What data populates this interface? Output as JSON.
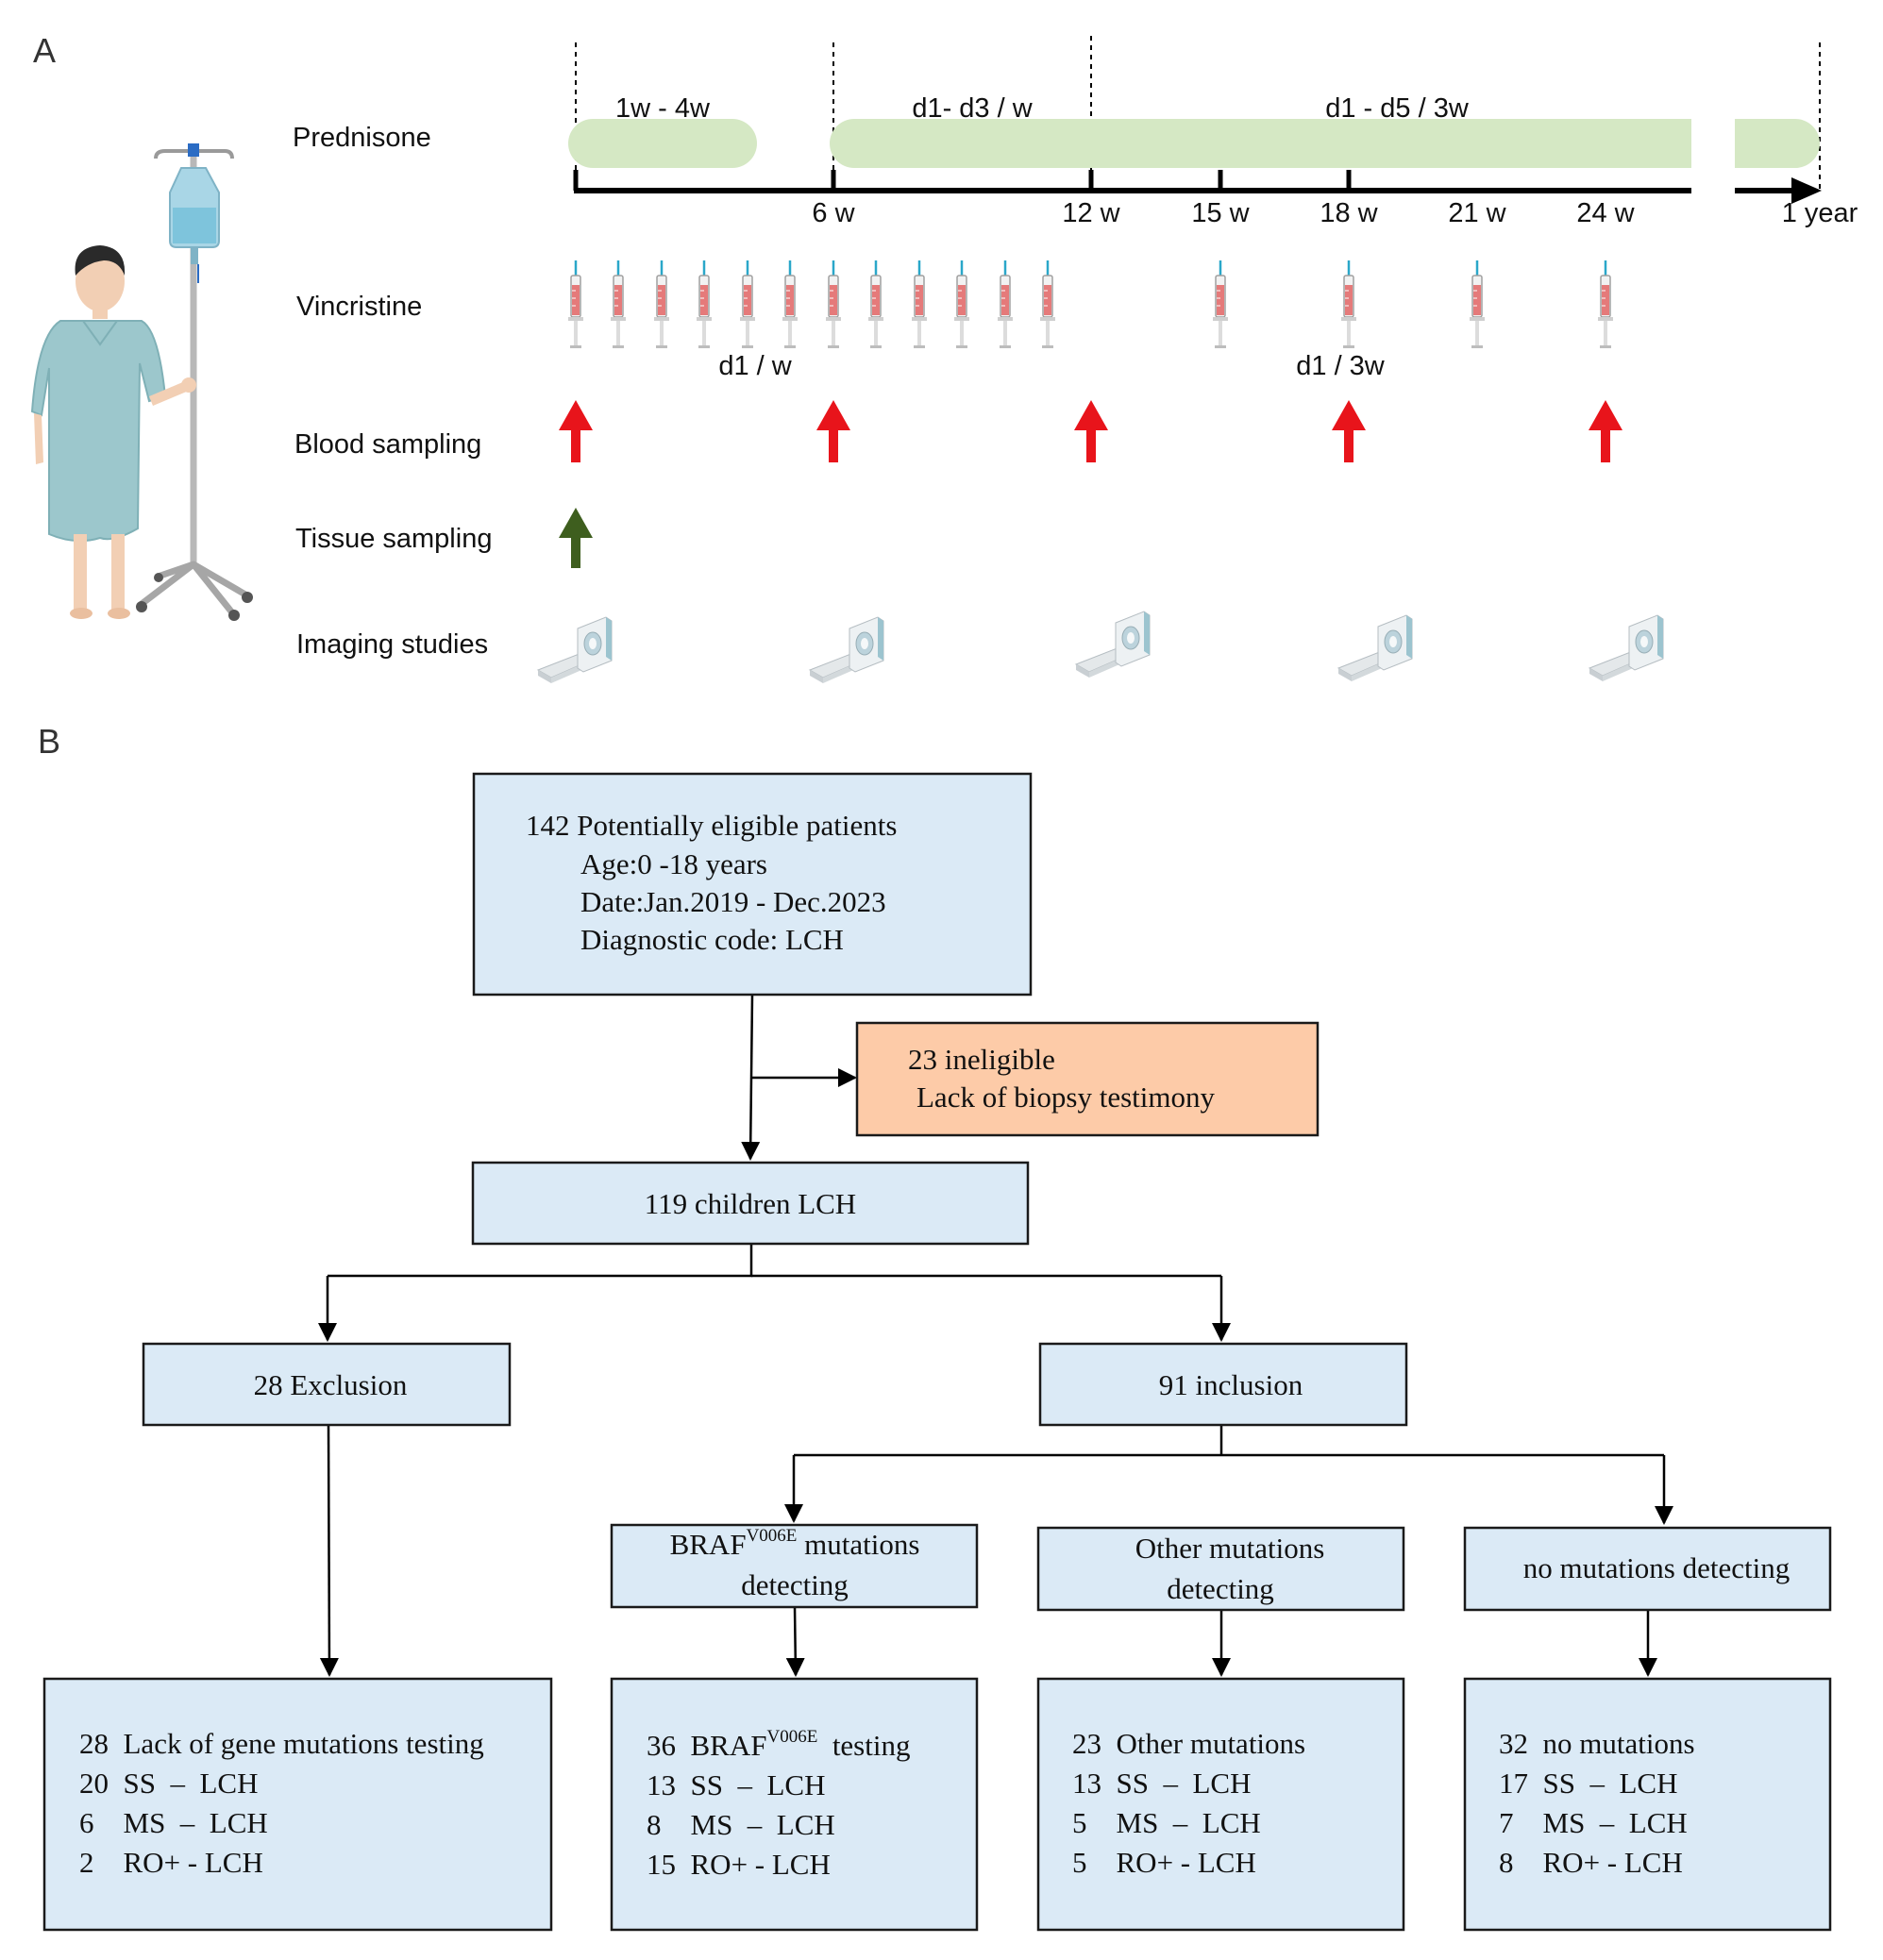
{
  "panel_a": {
    "label": "A",
    "rows": {
      "prednisone": "Prednisone",
      "vincristine": "Vincristine",
      "blood_sampling": "Blood sampling",
      "tissue_sampling": "Tissue sampling",
      "imaging_studies": "Imaging studies"
    },
    "phases": {
      "p1": "1w - 4w",
      "p2": "d1- d3 / w",
      "p3": "d1 - d5 / 3w"
    },
    "ticks": [
      "6 w",
      "12 w",
      "15 w",
      "18 w",
      "21 w",
      "24 w",
      "1 year"
    ],
    "vincristine_notes": {
      "weekly": "d1 / w",
      "three_weekly": "d1 / 3w"
    },
    "colors": {
      "prednisone_bar": "#d5e8c4",
      "blood_arrow": "#e8141b",
      "tissue_arrow": "#3e5e1e",
      "gown": "#9cc7cc"
    }
  },
  "panel_b": {
    "label": "B",
    "top_box": {
      "line1": "142 Potentially eligible patients",
      "line2": "Age:0 -18 years",
      "line3": "Date:Jan.2019 - Dec.2023",
      "line4": "Diagnostic code: LCH"
    },
    "ineligible_box": {
      "line1": "23  ineligible",
      "line2": "Lack of biopsy testimony"
    },
    "children_box": "119  children LCH",
    "exclusion_box": "28  Exclusion",
    "inclusion_box": "91  inclusion",
    "braf_box": {
      "pre": "BRAF",
      "sup": "V006E",
      "post": " mutations",
      "line2": "detecting"
    },
    "other_box": {
      "line1": "Other mutations",
      "line2": "detecting"
    },
    "nomut_box": "no mutations detecting",
    "result_exclusion": {
      "lines": [
        "28  Lack of gene mutations testing",
        "20  SS  –  LCH",
        "6    MS  –  LCH",
        "2    RO+ - LCH"
      ]
    },
    "result_braf": {
      "first_pre": "36  BRAF",
      "first_sup": "V006E",
      "first_post": "  testing",
      "lines": [
        "13  SS  –  LCH",
        "8    MS  –  LCH",
        "15  RO+ - LCH"
      ]
    },
    "result_other": {
      "lines": [
        "23  Other mutations",
        "13  SS  –  LCH",
        "5    MS  –  LCH",
        "5    RO+ - LCH"
      ]
    },
    "result_nomut": {
      "lines": [
        "32  no mutations",
        "17  SS  –  LCH",
        "7    MS  –  LCH",
        "8    RO+ - LCH"
      ]
    },
    "colors": {
      "box_fill": "#dbeaf6",
      "ineligible_fill": "#fdcba8"
    }
  }
}
